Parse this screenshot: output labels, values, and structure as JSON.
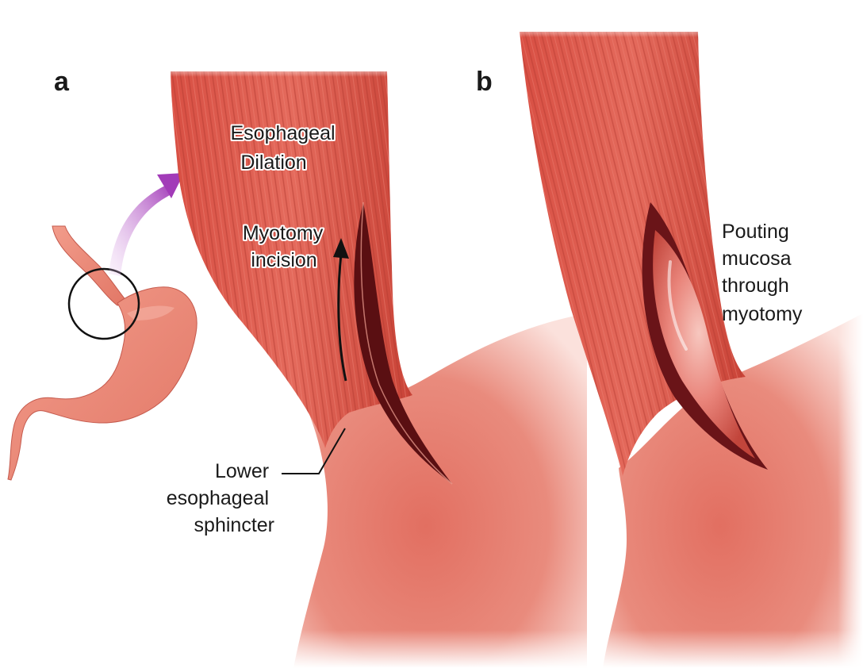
{
  "panels": {
    "a": {
      "letter": "a",
      "labels": {
        "dilation": [
          "Esophageal",
          "Dilation"
        ],
        "incision": [
          "Myotomy",
          "incision"
        ],
        "sphincter": [
          "Lower",
          "esophageal",
          "sphincter"
        ]
      }
    },
    "b": {
      "letter": "b",
      "labels": {
        "pouting": [
          "Pouting",
          "mucosa",
          "through",
          "myotomy"
        ]
      }
    }
  },
  "colors": {
    "muscle": "#d9584c",
    "muscle_dark": "#b93a31",
    "stomach": "#ec8a78",
    "incision": "#5a0f12",
    "mucosa": "#e9847a",
    "arrow_purple": "#a23bb8",
    "outline": "#111111"
  }
}
